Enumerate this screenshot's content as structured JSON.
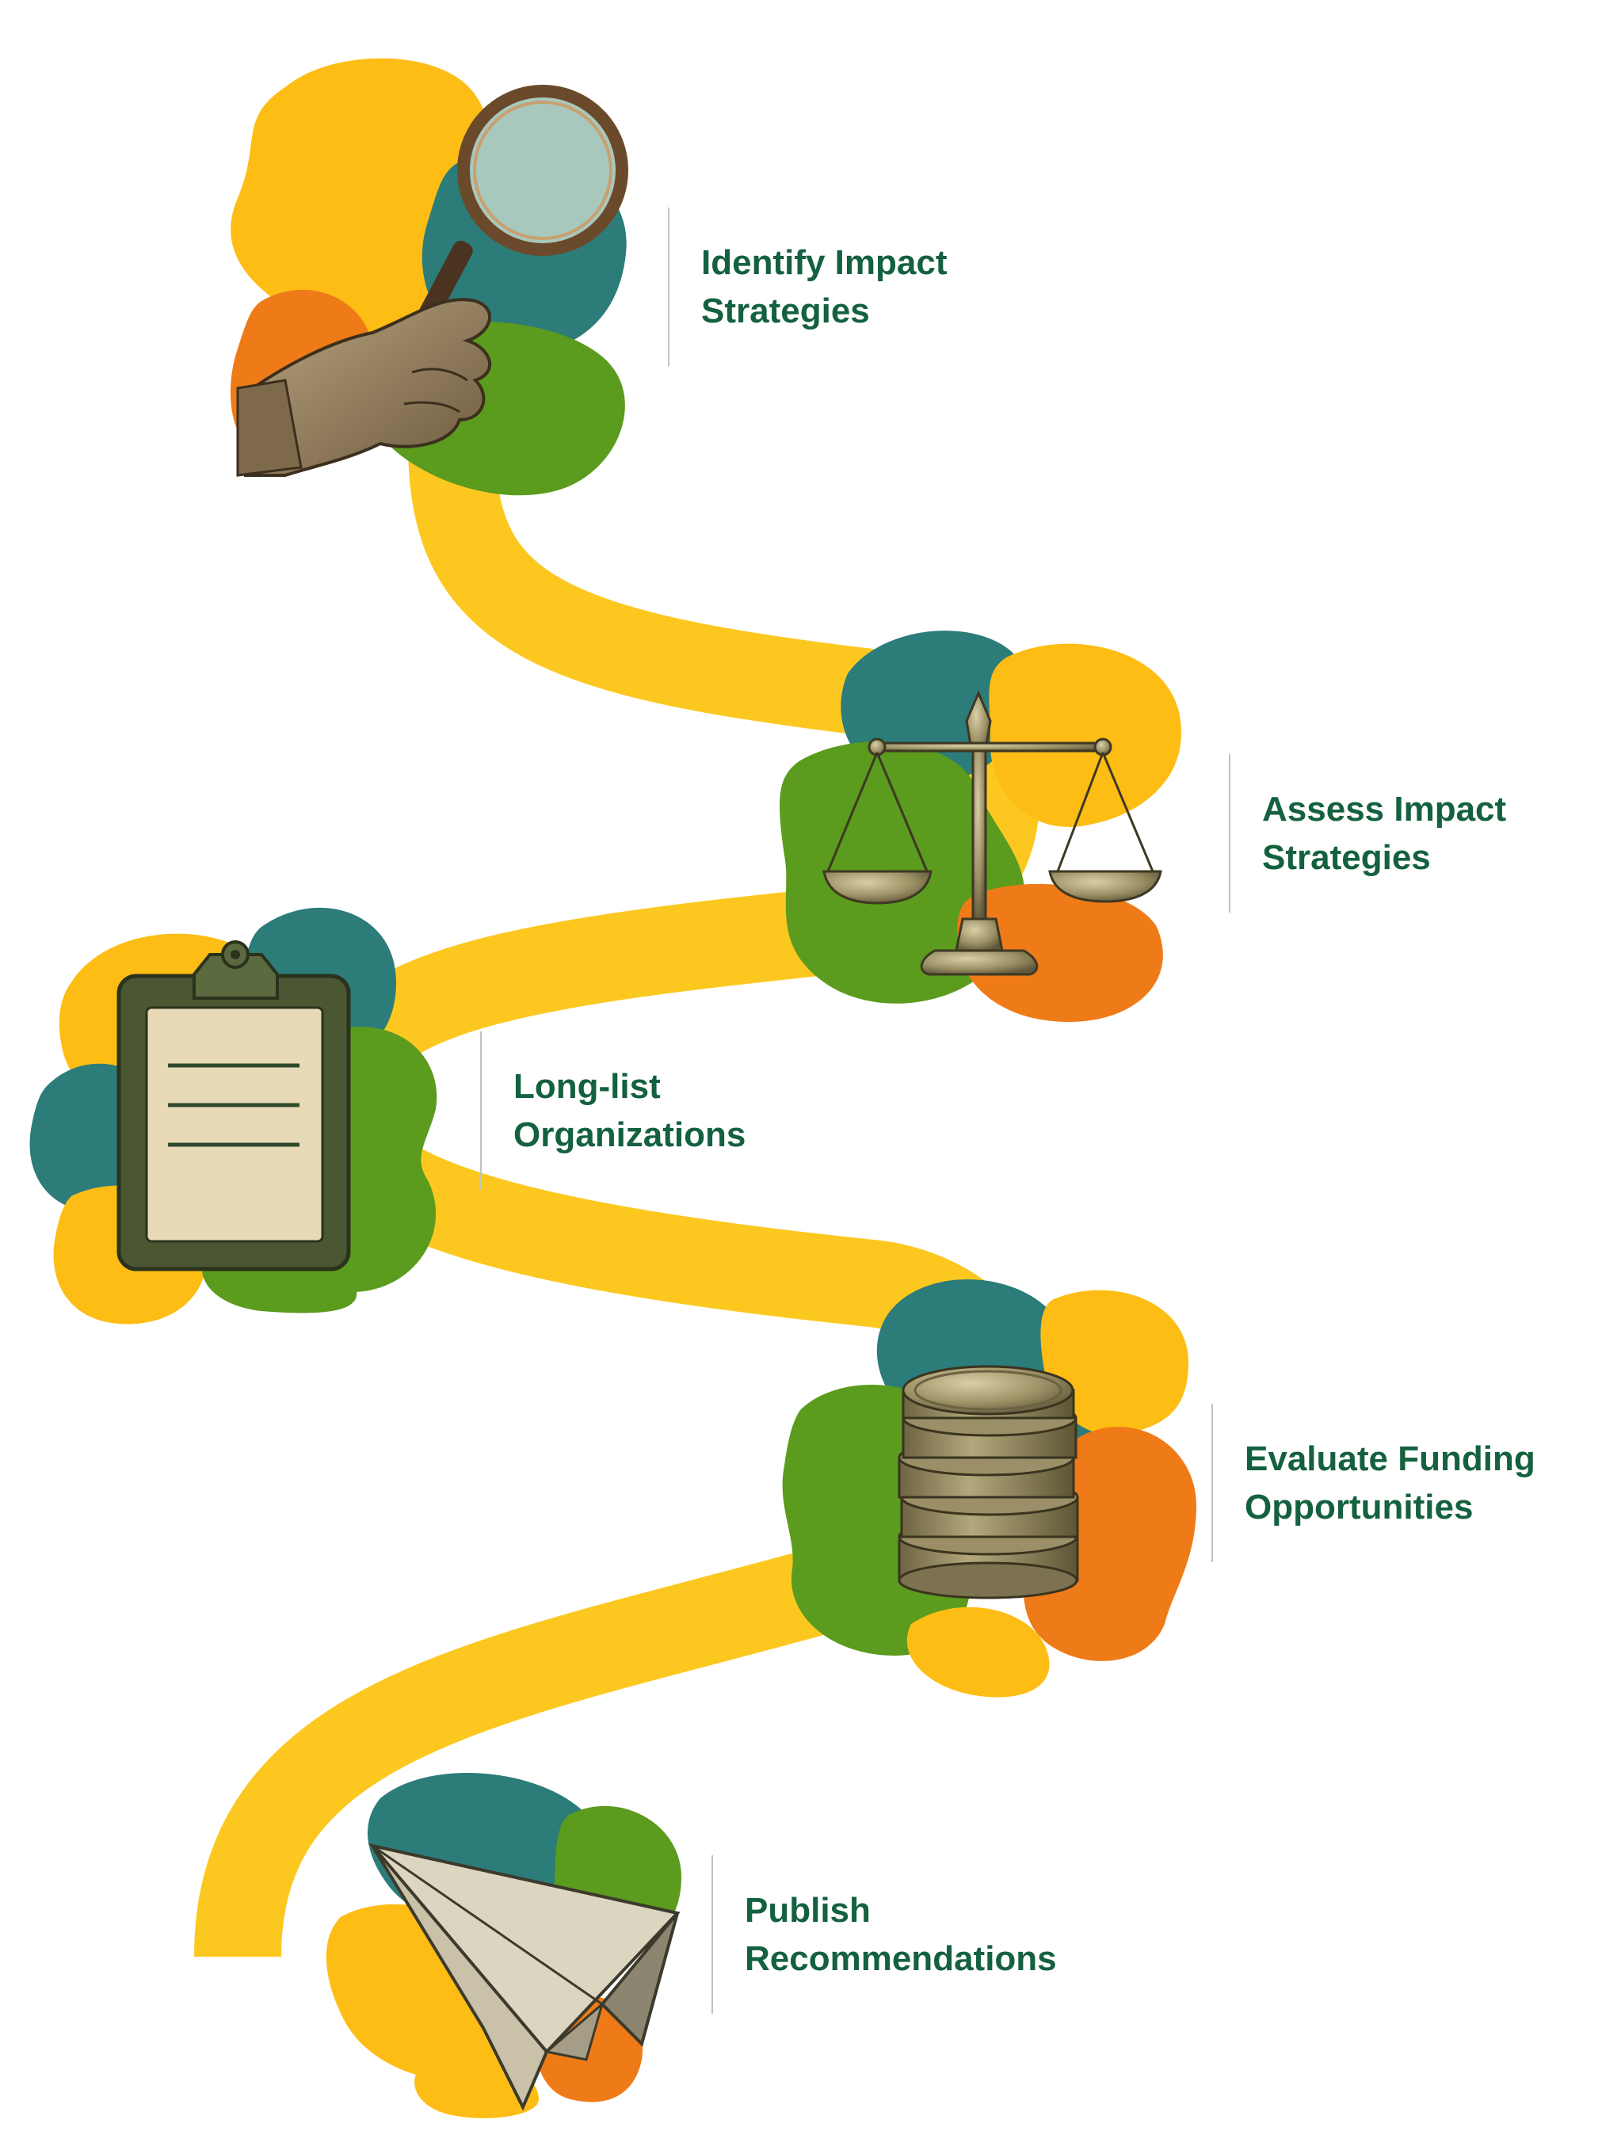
{
  "colors": {
    "path": "#fcc820",
    "yellow": "#fdbd14",
    "teal": "#2c7c7a",
    "green": "#5b9b1d",
    "orange": "#ef7b18",
    "text": "#14613f",
    "divider": "#b9c7bd"
  },
  "steps": [
    {
      "label": "Identify Impact\nStrategies",
      "icon": "magnifying-glass-icon"
    },
    {
      "label": "Assess Impact\nStrategies",
      "icon": "balance-scale-icon"
    },
    {
      "label": "Long-list\nOrganizations",
      "icon": "clipboard-icon"
    },
    {
      "label": "Evaluate Funding\nOpportunities",
      "icon": "coin-stack-icon"
    },
    {
      "label": "Publish\nRecommendations",
      "icon": "paper-plane-icon"
    }
  ]
}
